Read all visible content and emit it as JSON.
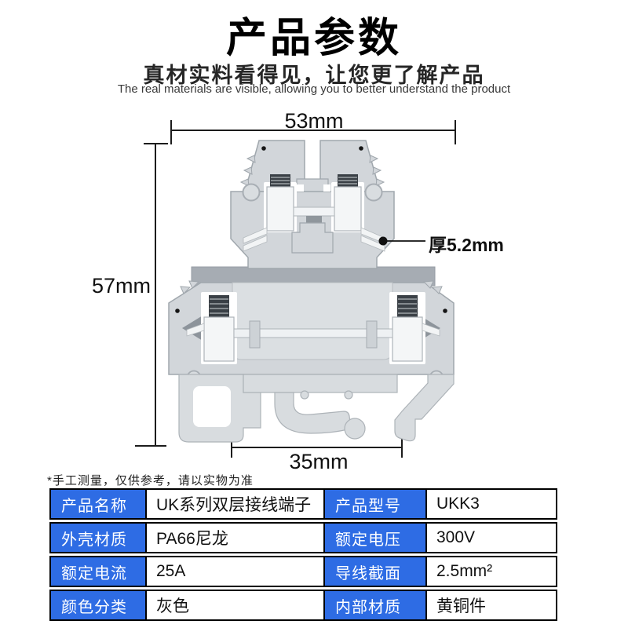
{
  "header": {
    "title": "产品参数",
    "subtitle": "真材实料看得见，让您更了解产品",
    "subtitle_en": "The real materials are visible, allowing you to better understand the product"
  },
  "diagram": {
    "dim_top_width": "53mm",
    "dim_height": "57mm",
    "dim_bottom_width": "35mm",
    "thickness_label": "厚5.2mm",
    "footnote": "*手工测量，仅供参考，请以实物为准"
  },
  "spec_table": {
    "rows": [
      {
        "label1": "产品名称",
        "value1": "UK系列双层接线端子",
        "label2": "产品型号",
        "value2": "UKK3"
      },
      {
        "label1": "外壳材质",
        "value1": "PA66尼龙",
        "label2": "额定电压",
        "value2": "300V"
      },
      {
        "label1": "额定电流",
        "value1": "25A",
        "label2": "导线截面",
        "value2": "2.5mm²"
      },
      {
        "label1": "颜色分类",
        "value1": "灰色",
        "label2": "内部材质",
        "value2": "黄铜件"
      }
    ]
  },
  "colors": {
    "table_label_bg": "#2e6ce4",
    "table_border": "#000000",
    "product_body_gray": "#d2d6da",
    "dimension_line": "#1c1c1c"
  }
}
